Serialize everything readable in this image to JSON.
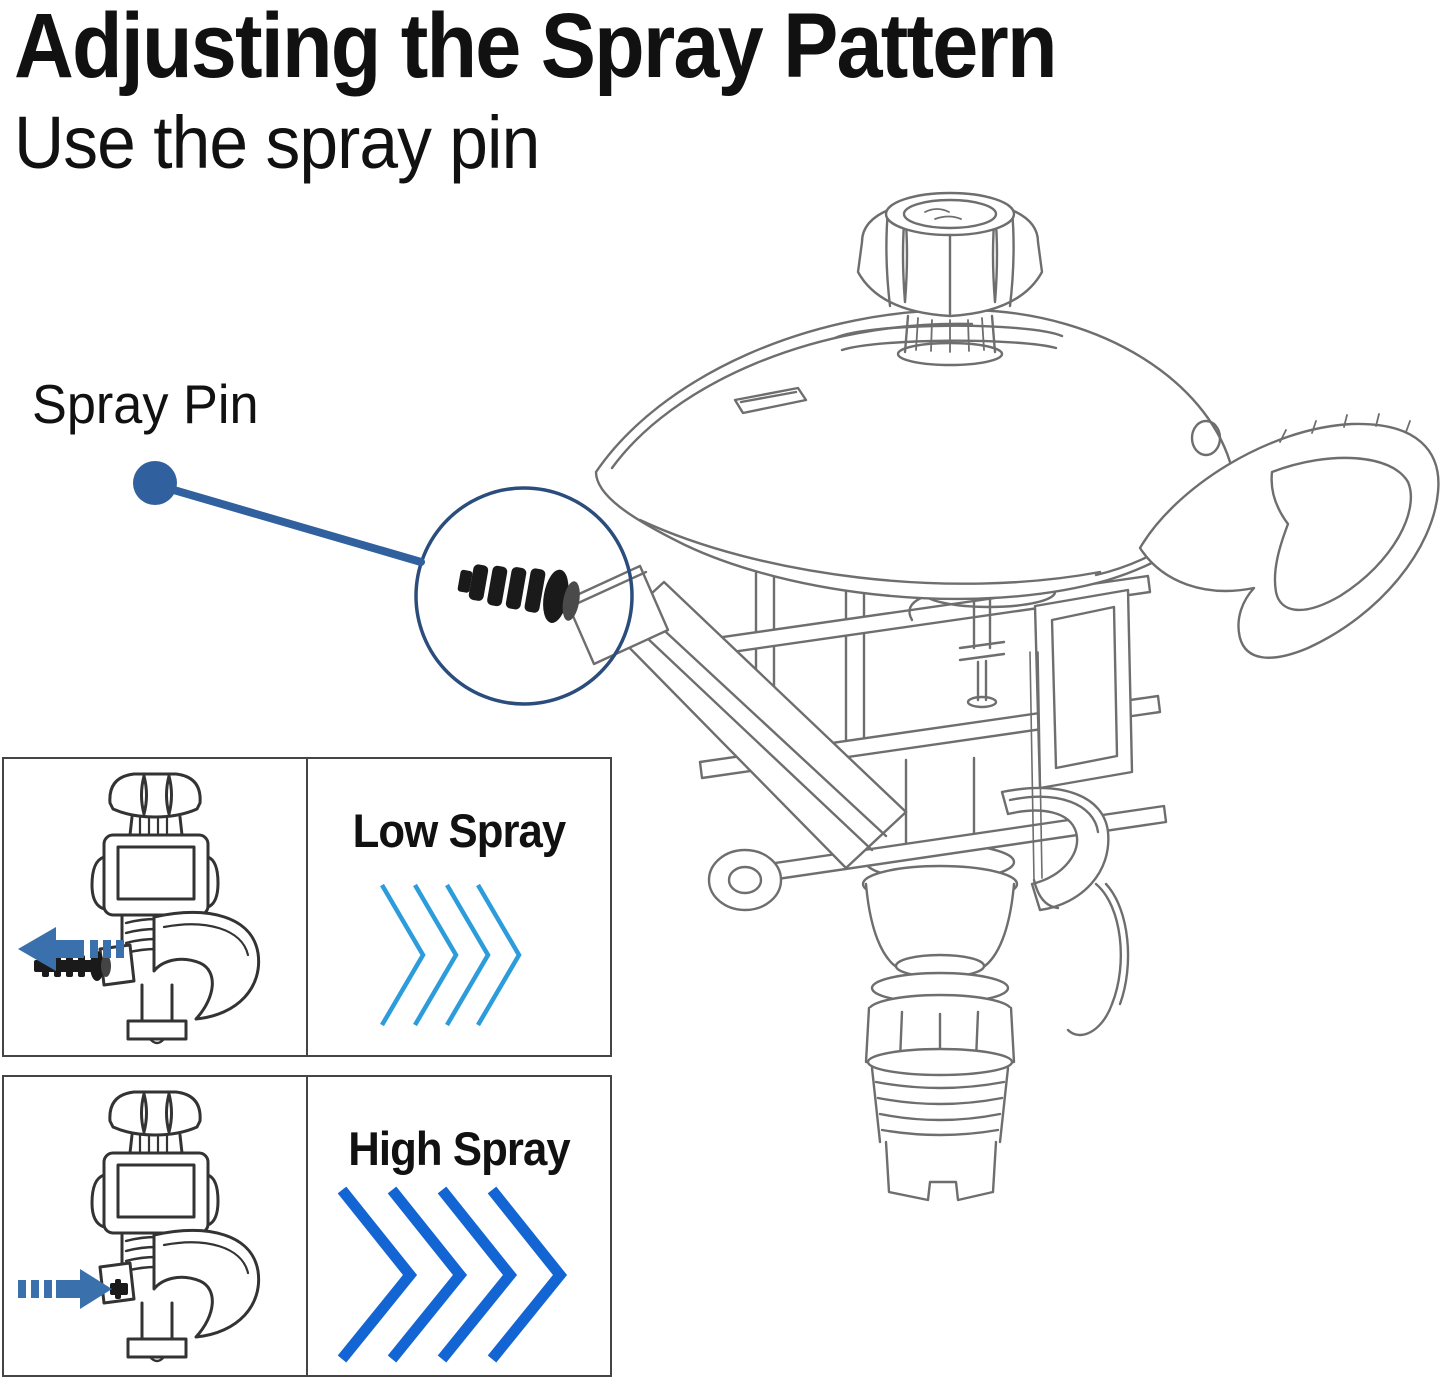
{
  "header": {
    "title": "Adjusting the Spray Pattern",
    "subtitle": "Use the spray pin"
  },
  "callout": {
    "label": "Spray Pin"
  },
  "illustration": {
    "subject": "impact sprinkler head line drawing",
    "callout_target": "spray pin on nozzle"
  },
  "panels": [
    {
      "id": "low",
      "label": "Low Spray",
      "arrow_direction": "left",
      "pin_position": "out",
      "chevron_count": 4,
      "chevron_style": "thin"
    },
    {
      "id": "high",
      "label": "High Spray",
      "arrow_direction": "right",
      "pin_position": "in",
      "chevron_count": 4,
      "chevron_style": "thick"
    }
  ],
  "colors": {
    "callout_blue": "#31609E",
    "callout_circle_blue": "#2B4D7C",
    "arrow_blue": "#3A71AC",
    "low_spray_blue": "#2D9CDB",
    "high_spray_blue": "#1365D4",
    "line_art_gray": "#6E6E6E",
    "mini_art_gray": "#333333",
    "text_black": "#111111"
  }
}
